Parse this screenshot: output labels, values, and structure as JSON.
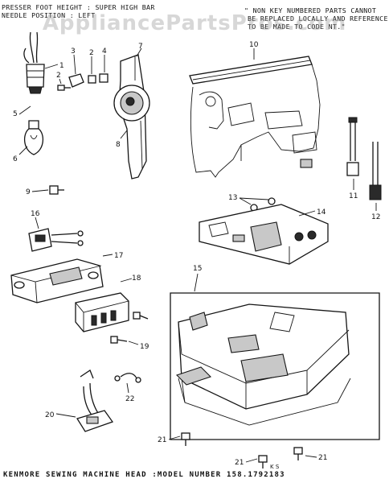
{
  "notes": {
    "presser_foot_line1": "PRESSER FOOT HEIGHT : SUPER HIGH BAR",
    "presser_foot_line2": "NEEDLE POSITION : LEFT",
    "non_key_line1": "\" NON KEY NUMBERED PARTS CANNOT",
    "non_key_line2": "BE REPLACED LOCALLY AND REFERENCE",
    "non_key_line3": "TO BE MADE TO CODE NT.\""
  },
  "watermark": "AppliancePartsPros.com",
  "footer": "KENMORE SEWING MACHINE HEAD :MODEL NUMBER 158.1792183",
  "part_labels": {
    "p1": "1",
    "p2": "2",
    "p3": "3",
    "p4": "4",
    "p5": "5",
    "p6": "6",
    "p7": "7",
    "p8": "8",
    "p9": "9",
    "p10": "10",
    "p11": "11",
    "p12": "12",
    "p13": "13",
    "p14": "14",
    "p15": "15",
    "p16": "16",
    "p17": "17",
    "p18": "18",
    "p19": "19",
    "p20": "20",
    "p21a": "21",
    "p21b": "21",
    "p21c": "21",
    "p22": "22",
    "ks": "K S"
  }
}
